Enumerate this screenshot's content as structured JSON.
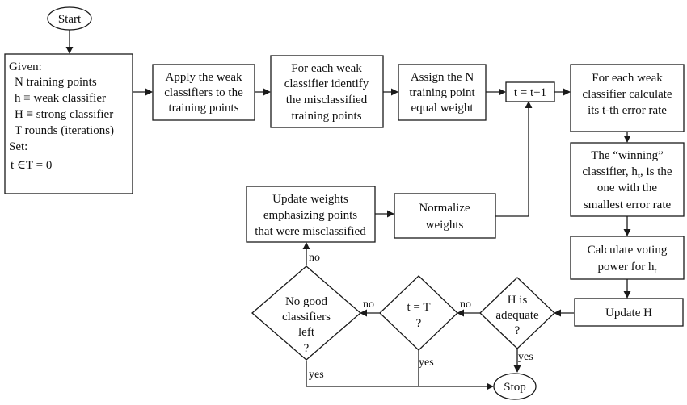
{
  "nodes": {
    "start": {
      "label": "Start"
    },
    "given": {
      "lines": [
        "Given:",
        "N training points",
        "h ≡ weak classifier",
        "H ≡ strong classifier",
        "T rounds (iterations)",
        "Set:",
        "t ∈T = 0"
      ]
    },
    "apply": {
      "lines": [
        "Apply the weak",
        "classifiers to the",
        "training points"
      ]
    },
    "identify": {
      "lines": [
        "For each weak",
        "classifier identify",
        "the misclassified",
        "training points"
      ]
    },
    "assign": {
      "lines": [
        "Assign the N",
        "training point",
        "equal weight"
      ]
    },
    "increment": {
      "label": "t = t+1"
    },
    "error": {
      "lines": [
        "For each weak",
        "classifier calculate",
        "its t-th error rate"
      ]
    },
    "winning": {
      "lines": [
        "The “winning”",
        "classifier, h",
        ", is the",
        "one with the",
        "smallest error rate"
      ],
      "subscript": "t"
    },
    "voting": {
      "lines": [
        "Calculate voting",
        "power for h"
      ],
      "subscript": "t"
    },
    "update_h": {
      "label": "Update H"
    },
    "adequate": {
      "lines": [
        "H is",
        "adequate",
        "?"
      ]
    },
    "t_eq_T": {
      "lines": [
        "t = T",
        "?"
      ]
    },
    "no_good": {
      "lines": [
        "No good",
        "classifiers",
        "left",
        "?"
      ]
    },
    "update_weights": {
      "lines": [
        "Update weights",
        "emphasizing points",
        "that were misclassified"
      ]
    },
    "normalize": {
      "lines": [
        "Normalize",
        "weights"
      ]
    },
    "stop": {
      "label": "Stop"
    }
  },
  "edge_labels": {
    "adequate_no": "no",
    "adequate_yes": "yes",
    "tT_no": "no",
    "tT_yes": "yes",
    "nogood_no": "no",
    "nogood_yes": "yes"
  }
}
